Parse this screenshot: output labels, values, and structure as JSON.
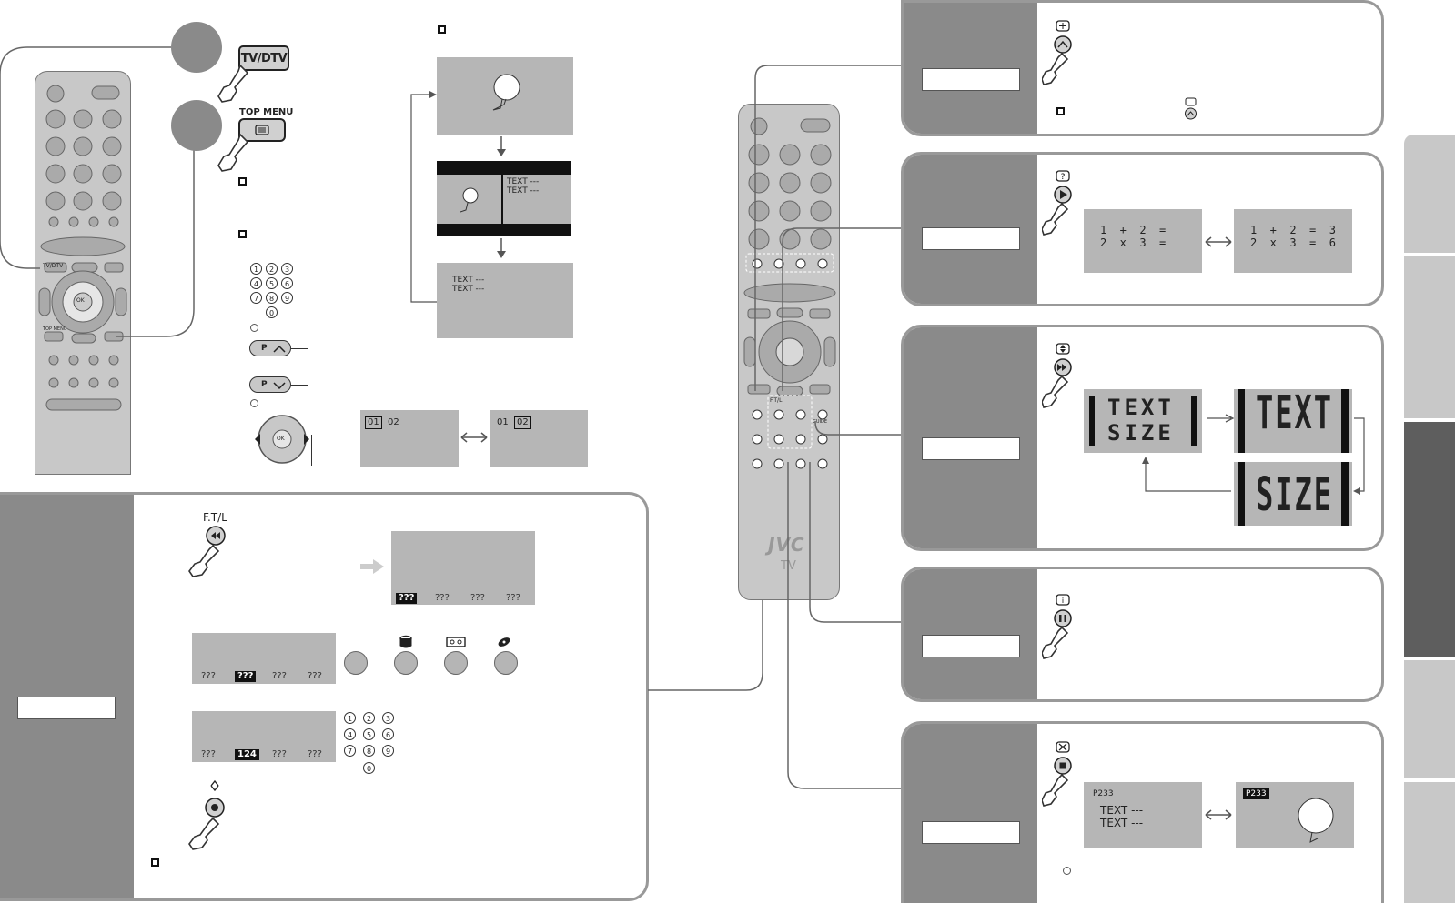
{
  "buttons": {
    "tv_dtv": "TV/DTV",
    "top_menu": "TOP MENU",
    "ftl": "F.T/L",
    "remote_tvdtv": "TV/DTV",
    "remote_top_menu": "TOP MENU",
    "remote_ok": "OK",
    "remote_ftl": "F.T/L",
    "remote_guide": "GUIDE",
    "ok": "OK",
    "p_up": "P",
    "p_down": "P"
  },
  "numbers": [
    "1",
    "2",
    "3",
    "4",
    "5",
    "6",
    "7",
    "8",
    "9",
    "0"
  ],
  "flow": {
    "text_line": "TEXT ---"
  },
  "page_select": {
    "left_selected": "01",
    "left_other": "02",
    "right_other": "01",
    "right_selected": "02"
  },
  "ftl_screens": {
    "top_items": [
      "???",
      "???",
      "???",
      "???"
    ],
    "mid_items": [
      "???",
      "???",
      "???",
      "???"
    ],
    "bottom_items": [
      "???",
      "124",
      "???",
      "???"
    ]
  },
  "reveal": {
    "before_line1": "1  +  2  =",
    "before_line2": "2  x  3  =",
    "after_line1": "1  +  2  =  3",
    "after_line2": "2  x  3  =  6"
  },
  "size": {
    "line1": "TEXT",
    "line2": "SIZE"
  },
  "cancel": {
    "page": "P233",
    "text_line": "TEXT ---",
    "badge": "P233"
  },
  "brand": {
    "logo": "JVC",
    "sub": "TV"
  },
  "colors": {
    "panel_gray": "#8a8a8a",
    "screen_gray": "#b6b6b6",
    "dark_tab": "#5e5e5e"
  }
}
